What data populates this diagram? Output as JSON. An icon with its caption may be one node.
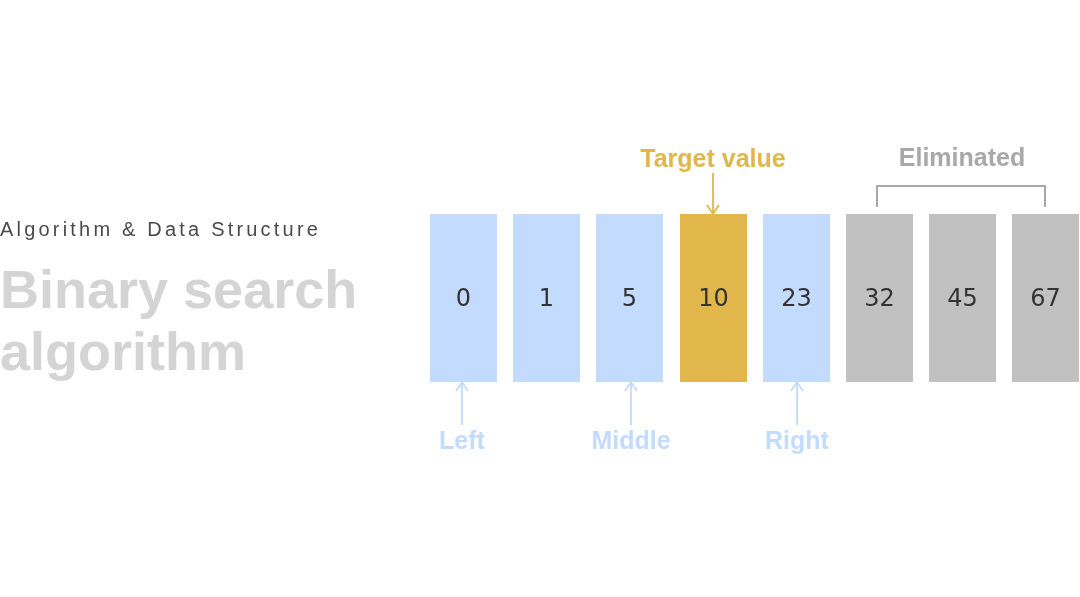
{
  "diagram": {
    "title": "Binary search algorithm",
    "nodes": [
      {
        "text": [
          "0"
        ]
      },
      {
        "text": [
          "1"
        ]
      },
      {
        "text": [
          "5"
        ]
      },
      {
        "text": [
          "10"
        ]
      },
      {
        "text": [
          "23"
        ]
      },
      {
        "text": [
          "32"
        ]
      },
      {
        "text": [
          "45"
        ]
      },
      {
        "text": [
          "67"
        ]
      },
      {
        "text": [
          "Target value"
        ]
      },
      {
        "text": [
          "Left"
        ]
      },
      {
        "text": [
          "Middle"
        ]
      },
      {
        "text": [
          "Right"
        ]
      }
    ],
    "edges": [
      {
        "from": 8,
        "to": 3,
        "arrow": "to",
        "color": "#e1b74b"
      },
      {
        "from": 9,
        "to": 0,
        "arrow": "to"
      },
      {
        "from": 10,
        "to": 2,
        "arrow": "to"
      },
      {
        "from": 11,
        "to": 4,
        "arrow": "to"
      }
    ],
    "labels": [
      "Algorithm & Data Structure",
      "Eliminated"
    ]
  }
}
